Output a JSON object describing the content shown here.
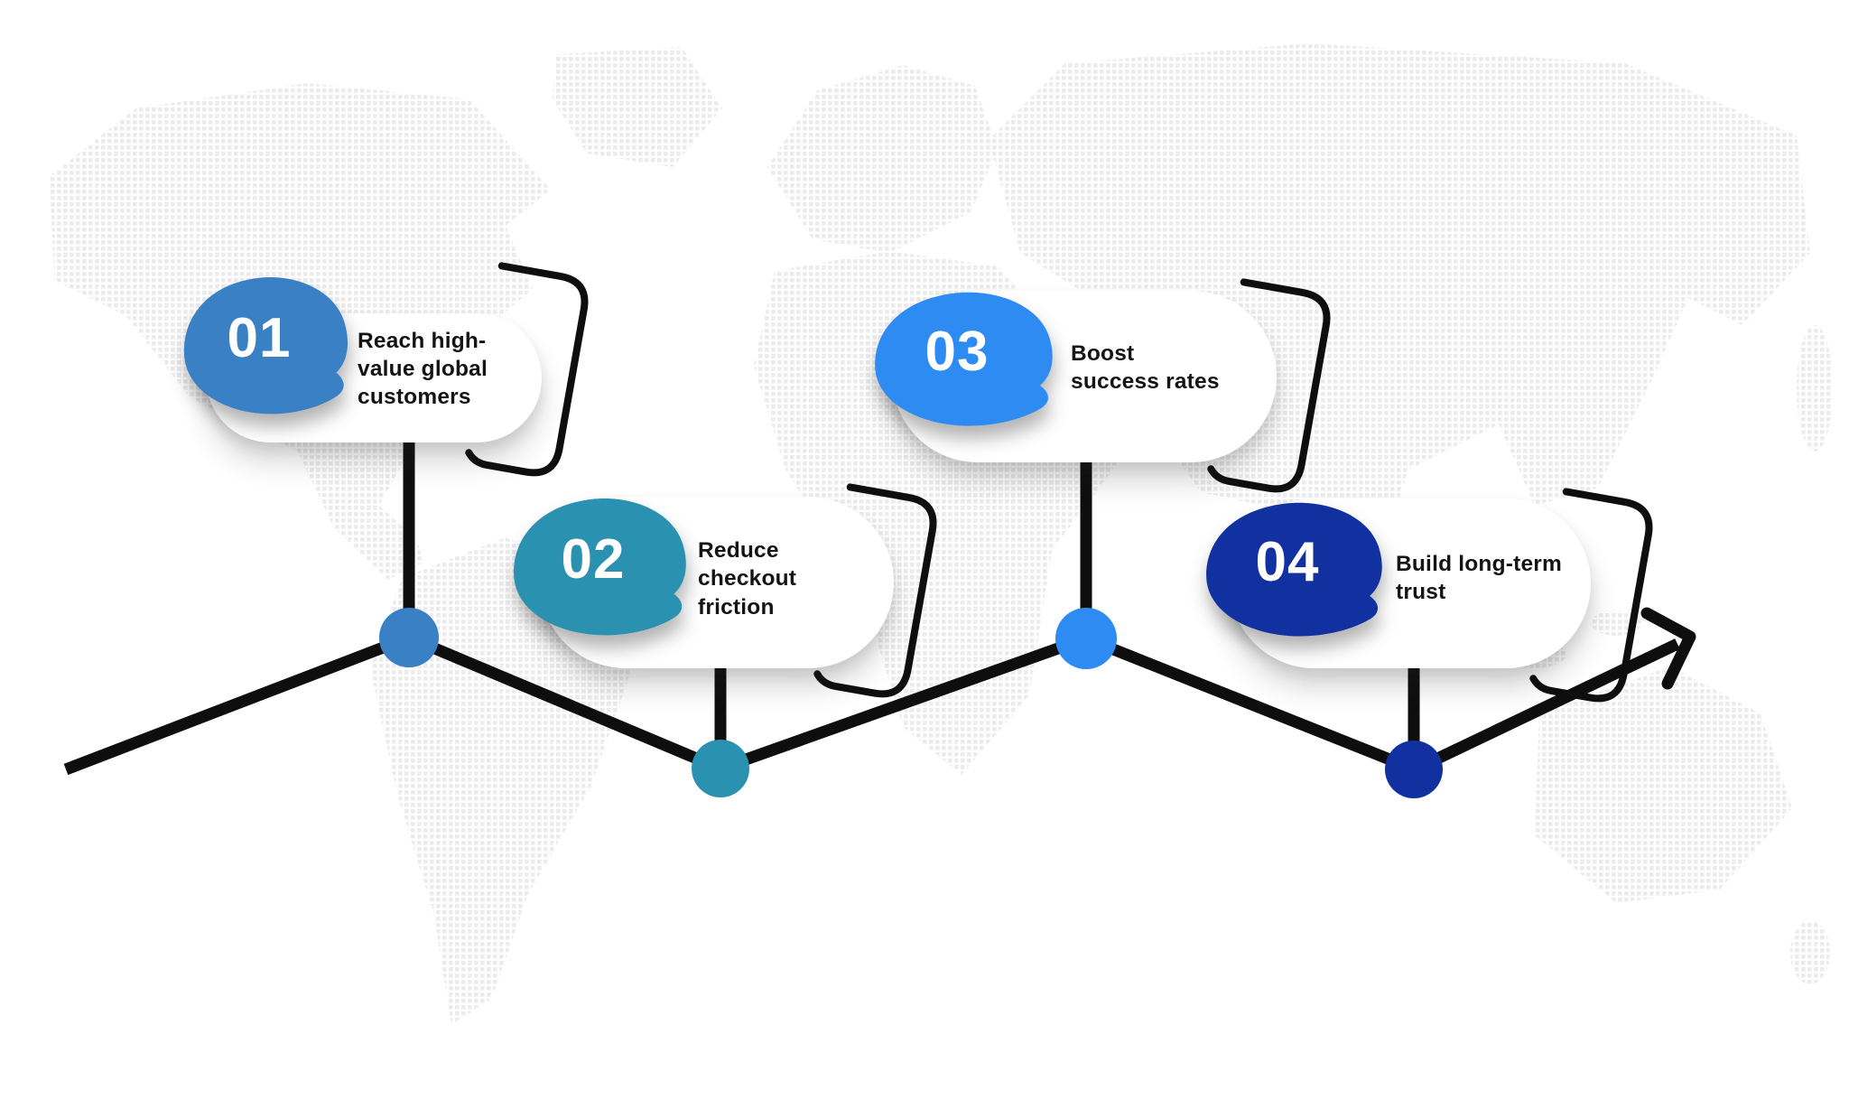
{
  "canvas": {
    "background_color": "#ffffff",
    "line_color": "#0e0e0e",
    "map_dot_color": "#ececec"
  },
  "steps": [
    {
      "number": "01",
      "color": "#3a80c4",
      "lines": [
        "Reach high-",
        "value global",
        "customers"
      ]
    },
    {
      "number": "02",
      "color": "#2a91b1",
      "lines": [
        "Reduce",
        "checkout",
        "friction"
      ]
    },
    {
      "number": "03",
      "color": "#2e8bf2",
      "lines": [
        "Boost",
        "success rates"
      ]
    },
    {
      "number": "04",
      "color": "#1131a0",
      "lines": [
        "Build long-term",
        "trust"
      ]
    }
  ]
}
